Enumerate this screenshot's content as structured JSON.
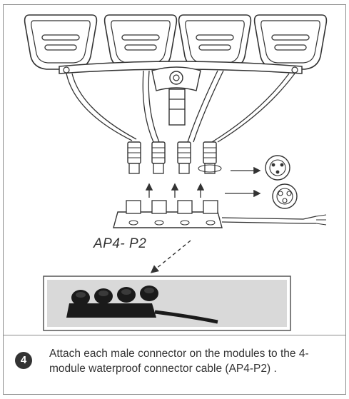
{
  "diagram": {
    "model_label": "AP4- P2",
    "module_count": 4
  },
  "instruction": {
    "step_number": "4",
    "text": "Attach each male connector on the modules to the 4-module waterproof connector cable (AP4-P2) ."
  },
  "colors": {
    "line": "#333333",
    "frame": "#8c8c8c",
    "photo_bg": "#d9d9d9",
    "cable": "#1a1a1a"
  }
}
